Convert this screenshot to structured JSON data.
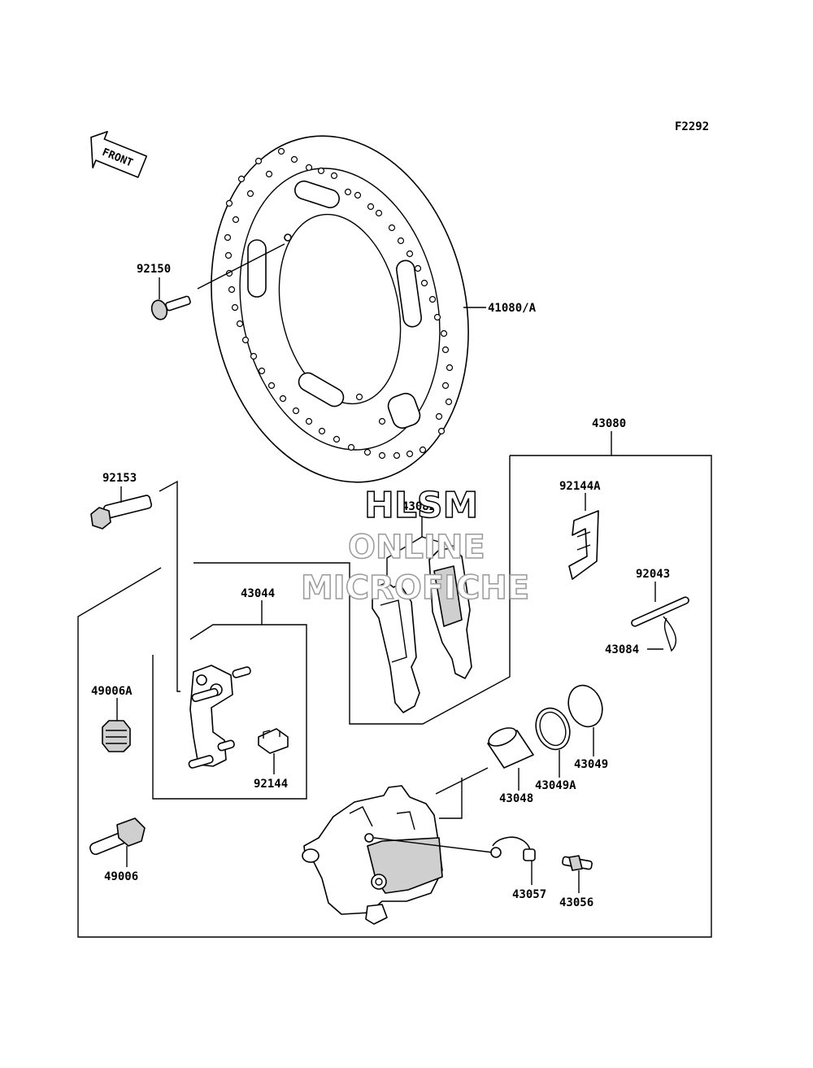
{
  "figure_code": "F2292",
  "front_arrow": {
    "label": "FRONT"
  },
  "watermark": {
    "line1": "HLSM",
    "line2": "ONLINE",
    "line3": "MICROFICHE"
  },
  "parts": [
    {
      "id": "p92150",
      "number": "92150"
    },
    {
      "id": "p41080",
      "number": "41080/A"
    },
    {
      "id": "p43080",
      "number": "43080"
    },
    {
      "id": "p92153",
      "number": "92153"
    },
    {
      "id": "p43082",
      "number": "43082"
    },
    {
      "id": "p92144A",
      "number": "92144A"
    },
    {
      "id": "p92043",
      "number": "92043"
    },
    {
      "id": "p43084",
      "number": "43084"
    },
    {
      "id": "p43044",
      "number": "43044"
    },
    {
      "id": "p49006A",
      "number": "49006A"
    },
    {
      "id": "p92144",
      "number": "92144"
    },
    {
      "id": "p43049",
      "number": "43049"
    },
    {
      "id": "p43049A",
      "number": "43049A"
    },
    {
      "id": "p43048",
      "number": "43048"
    },
    {
      "id": "p49006",
      "number": "49006"
    },
    {
      "id": "p43057",
      "number": "43057"
    },
    {
      "id": "p43056",
      "number": "43056"
    }
  ]
}
